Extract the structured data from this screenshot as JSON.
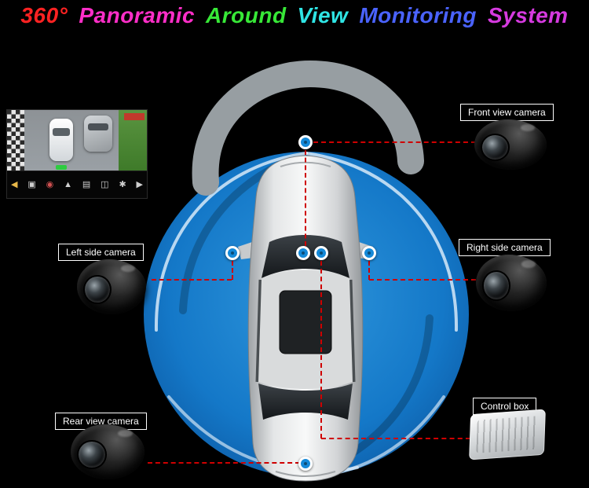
{
  "title": {
    "words": [
      {
        "text": "360°",
        "color": "#ff2222"
      },
      {
        "text": "Panoramic",
        "color": "#ff2ec8"
      },
      {
        "text": "Around",
        "color": "#37e837"
      },
      {
        "text": "View",
        "color": "#2fe4e4"
      },
      {
        "text": "Monitoring",
        "color": "#4a63ff"
      },
      {
        "text": "System",
        "color": "#d63ae0"
      }
    ]
  },
  "callouts": {
    "front": {
      "label": "Front view camera"
    },
    "left": {
      "label": "Left side camera"
    },
    "right": {
      "label": "Right side camera"
    },
    "rear": {
      "label": "Rear view camera"
    },
    "control": {
      "label": "Control box"
    }
  },
  "monitor": {
    "icons": [
      {
        "name": "back-icon",
        "glyph": "◀",
        "color": "#e8b84a"
      },
      {
        "name": "car-view-icon",
        "glyph": "▣",
        "color": "#cfcfcf"
      },
      {
        "name": "record-icon",
        "glyph": "◉",
        "color": "#d05050"
      },
      {
        "name": "up-view-icon",
        "glyph": "▲",
        "color": "#cfcfcf"
      },
      {
        "name": "grid-view-icon",
        "glyph": "▤",
        "color": "#cfcfcf"
      },
      {
        "name": "split-view-icon",
        "glyph": "◫",
        "color": "#cfcfcf"
      },
      {
        "name": "settings-icon",
        "glyph": "✱",
        "color": "#cfcfcf"
      },
      {
        "name": "next-icon",
        "glyph": "▶",
        "color": "#cfcfcf"
      }
    ]
  },
  "colors": {
    "circle_blue": "#1478c8",
    "dot_blue": "#1489d8",
    "connector_red": "#cf0000",
    "swirl_gray": "#979ea2"
  }
}
